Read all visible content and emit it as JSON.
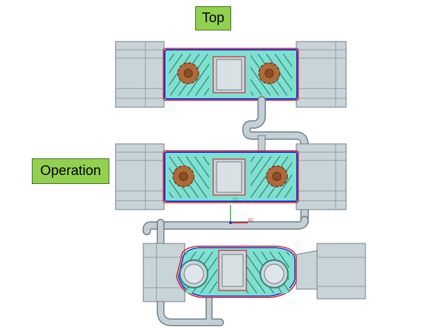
{
  "labels": {
    "top": "Top",
    "operation": "Operation"
  },
  "triad": {
    "x_label": "XC",
    "y_label": "YC"
  },
  "colors": {
    "fixture_block": "#c9d4d9",
    "fixture_edge": "#6b7a82",
    "part_fill": "#7fe0d0",
    "part_edge": "#2f7f76",
    "profile_blue": "#1f2ed6",
    "profile_red": "#cc2222",
    "screw": "#b06a3a",
    "pipe": "#c5d0d6",
    "label_bg": "#92d050"
  }
}
